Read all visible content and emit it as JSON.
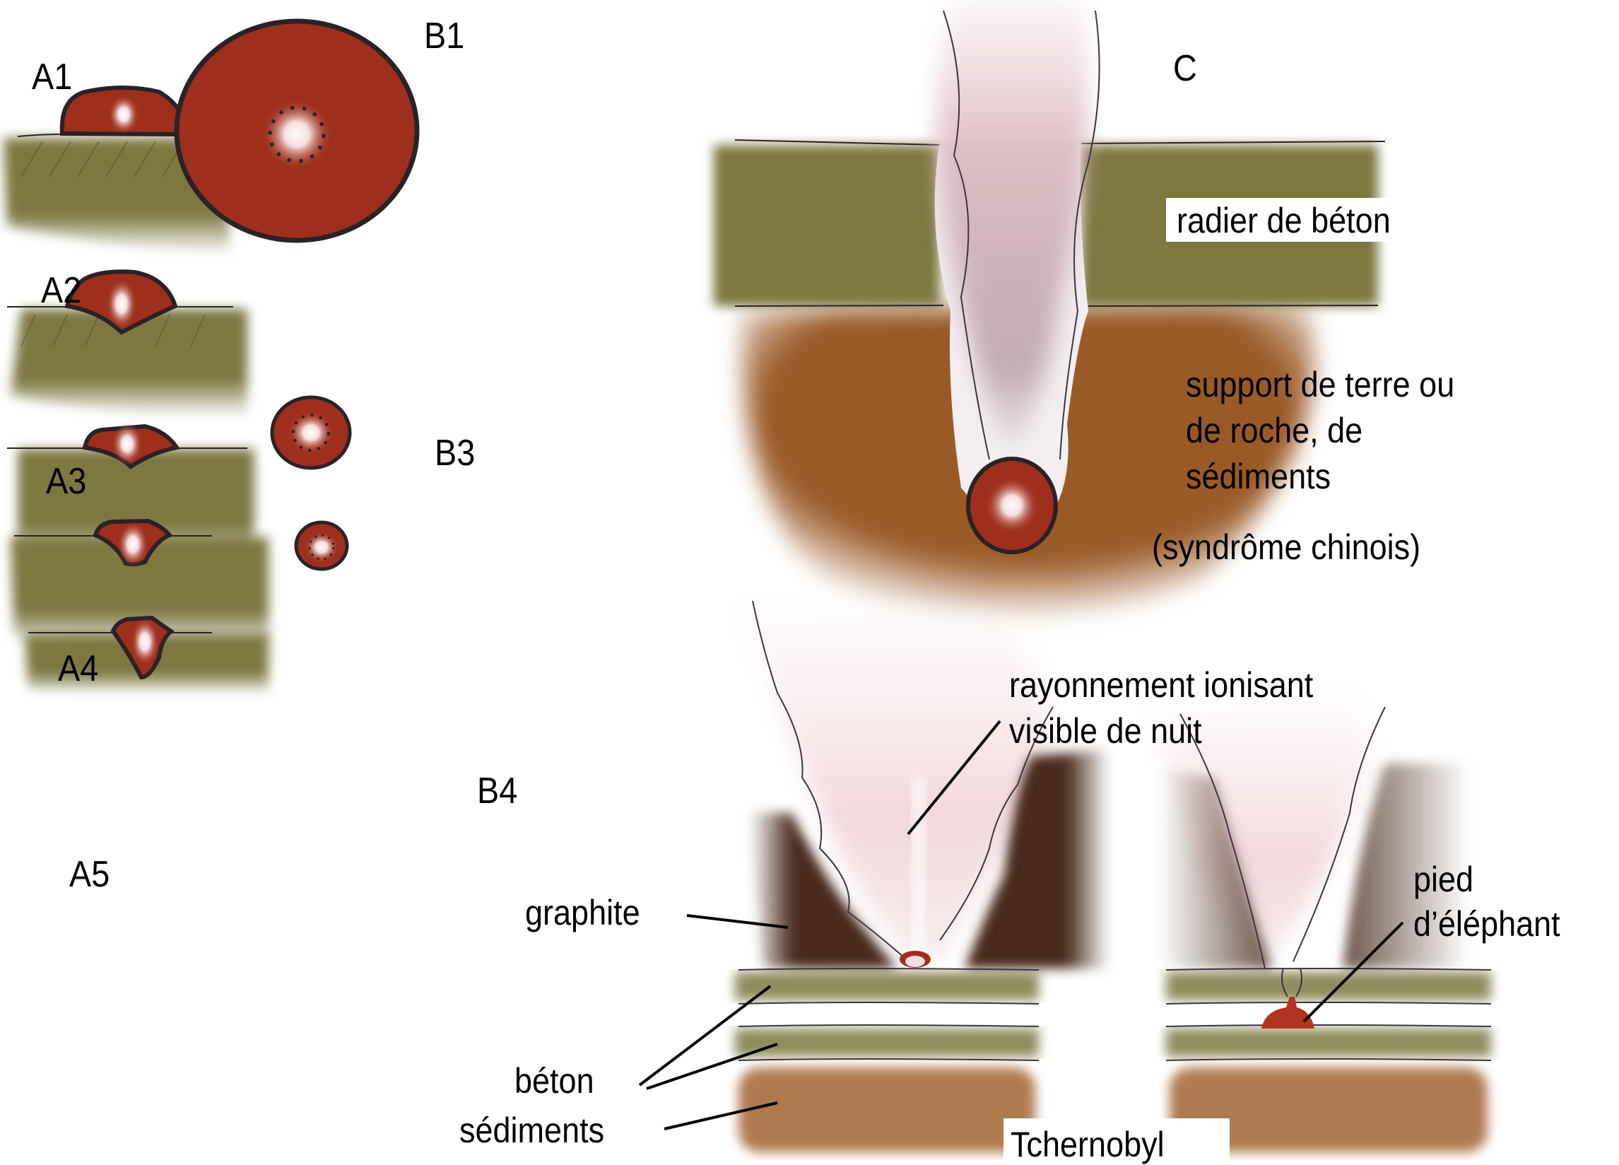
{
  "diagram": {
    "topic": "Corium / meltdown progression and China syndrome illustration",
    "panels": {
      "A1": "A1",
      "A2": "A2",
      "A3": "A3",
      "A4": "A4",
      "A5": "A5",
      "B1": "B1",
      "B3": "B3",
      "B4": "B4",
      "C": "C"
    },
    "labels": {
      "radier": "radier de béton",
      "support_line1": "support de terre ou",
      "support_line2": "de roche, de",
      "support_line3": "sédiments",
      "syndrome": "(syndrôme chinois)",
      "rayonnement_line1": "rayonnement ionisant",
      "rayonnement_line2": "visible de nuit",
      "graphite": "graphite",
      "pied_line1": "pied",
      "pied_line2": "d’éléphant",
      "beton": "béton",
      "sediments": "sédiments",
      "tchernobyl": "Tchernobyl"
    },
    "colors": {
      "corium": "#9e2f1c",
      "soil_olive": "#7d7740",
      "earth_brown": "#9a5a28",
      "sediment_brown": "#b07a50",
      "graphite_dark": "#4a2c1c",
      "plume_pink": "#e8c8cc",
      "outline": "#2a2226"
    }
  }
}
